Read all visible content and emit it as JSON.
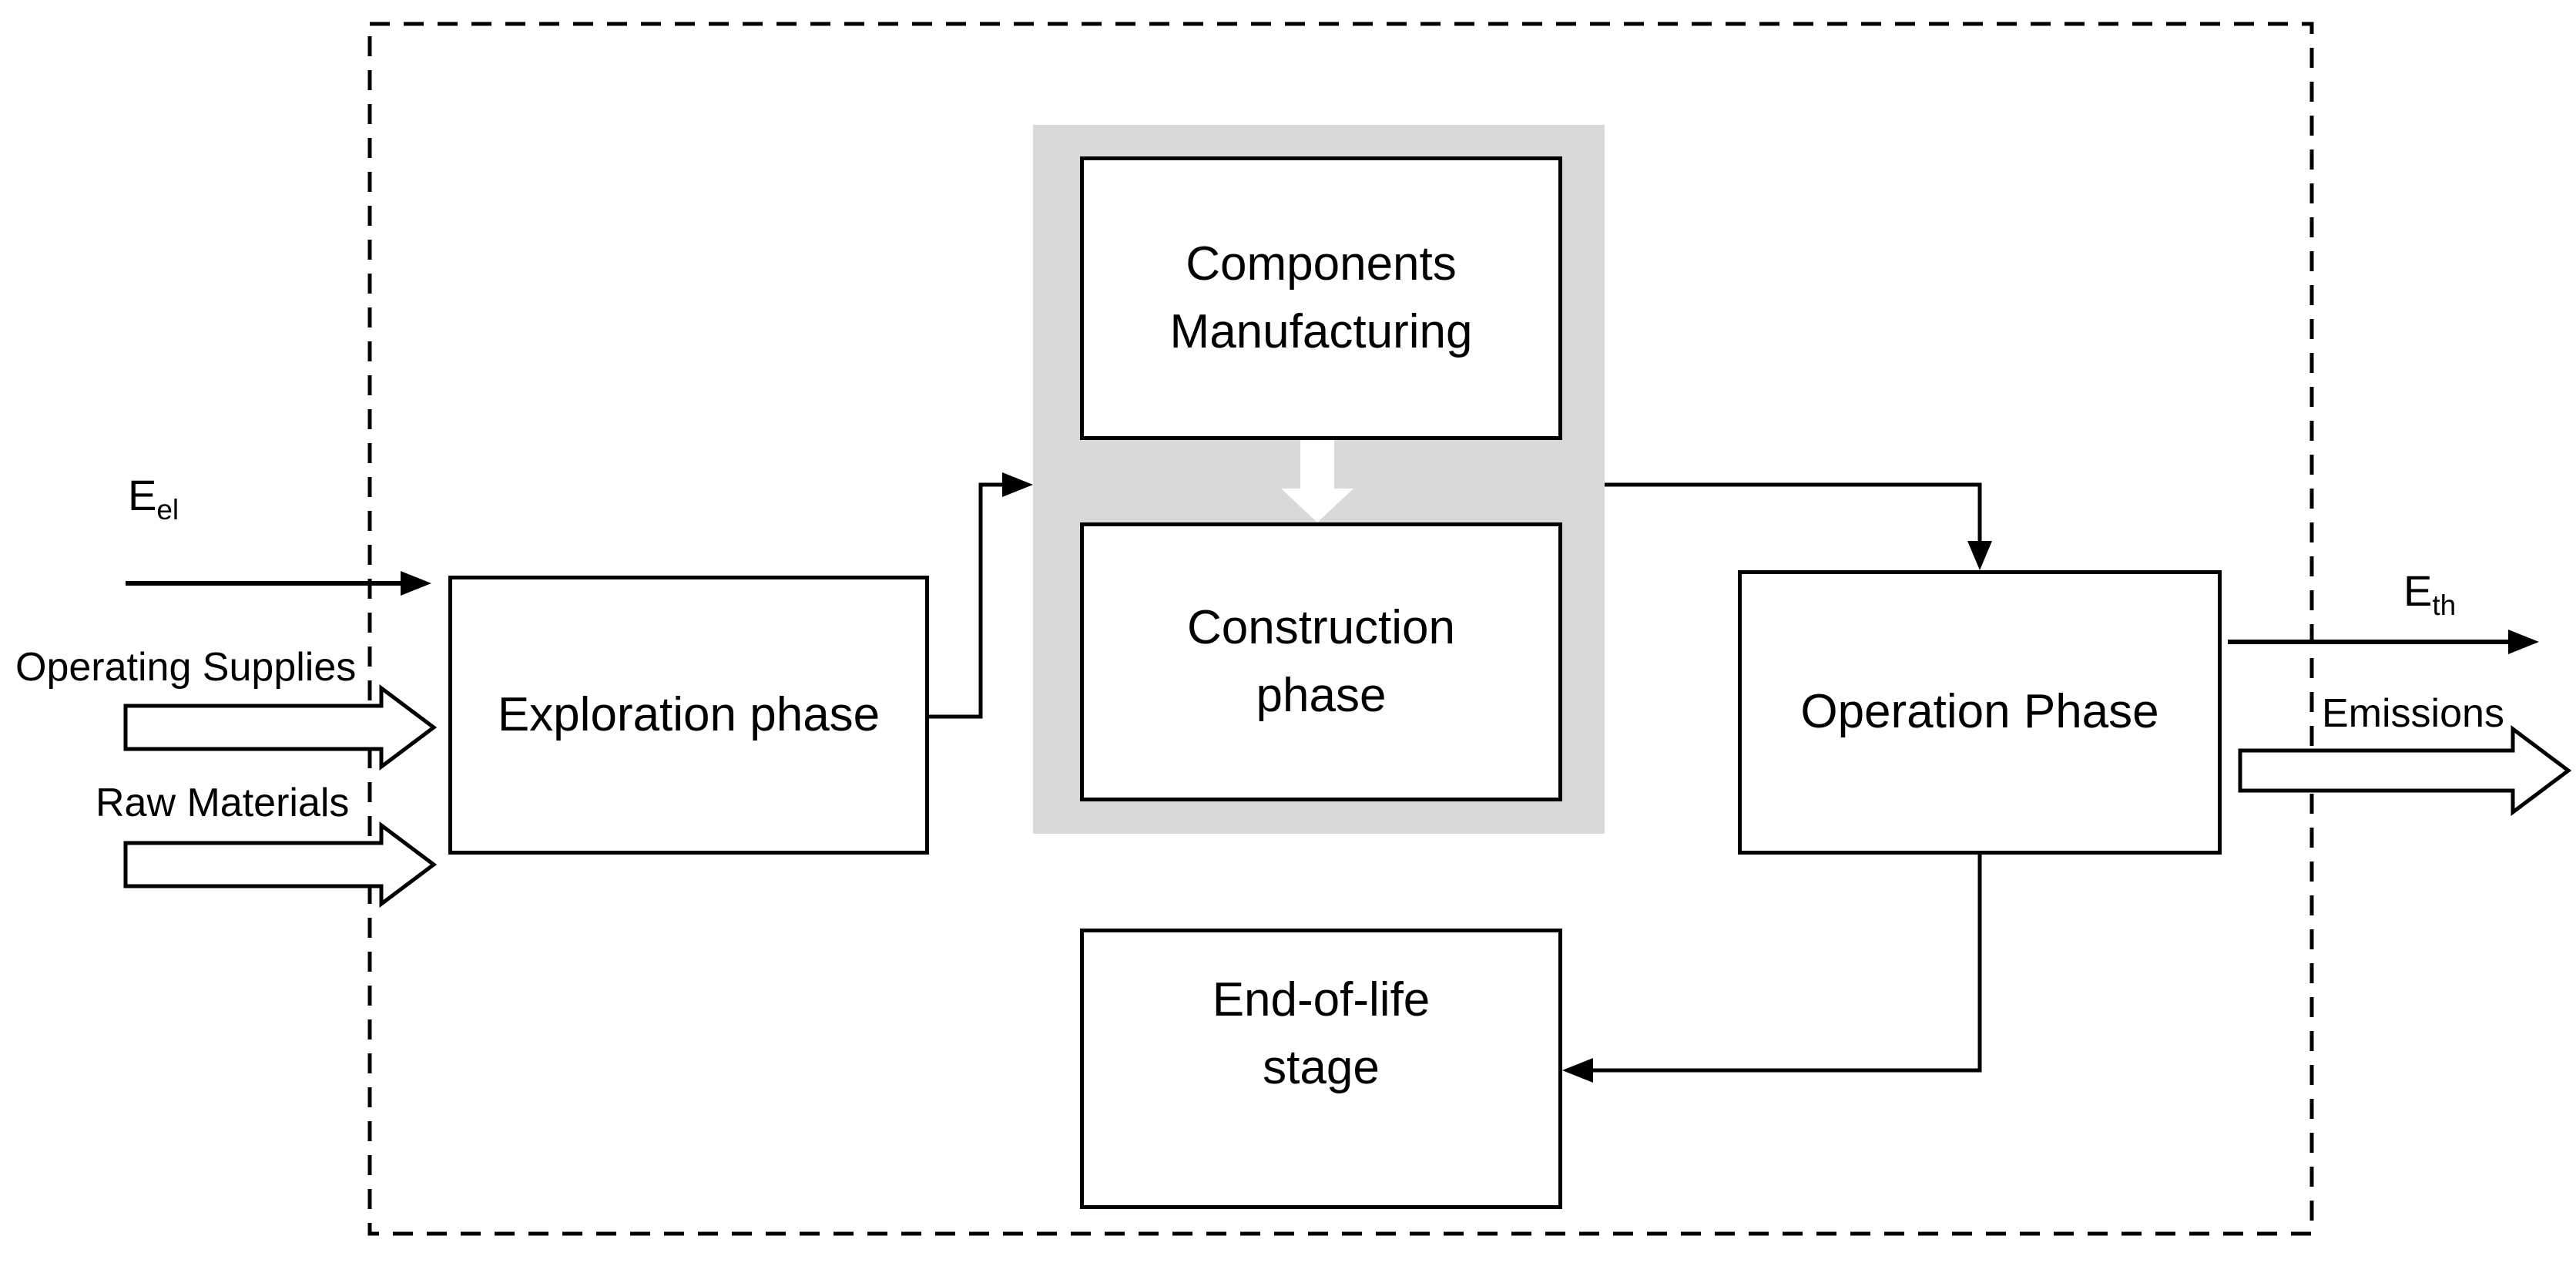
{
  "nodes": {
    "exploration": {
      "label": "Exploration phase"
    },
    "components": {
      "label": "Components\nManufacturing"
    },
    "construction": {
      "label": "Construction\nphase"
    },
    "operation": {
      "label": "Operation Phase"
    },
    "end_of_life": {
      "label": "End-of-life\nstage"
    }
  },
  "io": {
    "electricity_in": {
      "main": "E",
      "sub": "el"
    },
    "operating_supplies": {
      "label": "Operating Supplies"
    },
    "raw_materials": {
      "label": "Raw Materials"
    },
    "thermal_out": {
      "main": "E",
      "sub": "th"
    },
    "emissions": {
      "label": "Emissions"
    }
  },
  "colors": {
    "line": "#000000",
    "group_fill": "#d9d9d9",
    "box_fill": "#ffffff",
    "inner_arrow_fill": "#ffffff",
    "background": "#ffffff"
  }
}
